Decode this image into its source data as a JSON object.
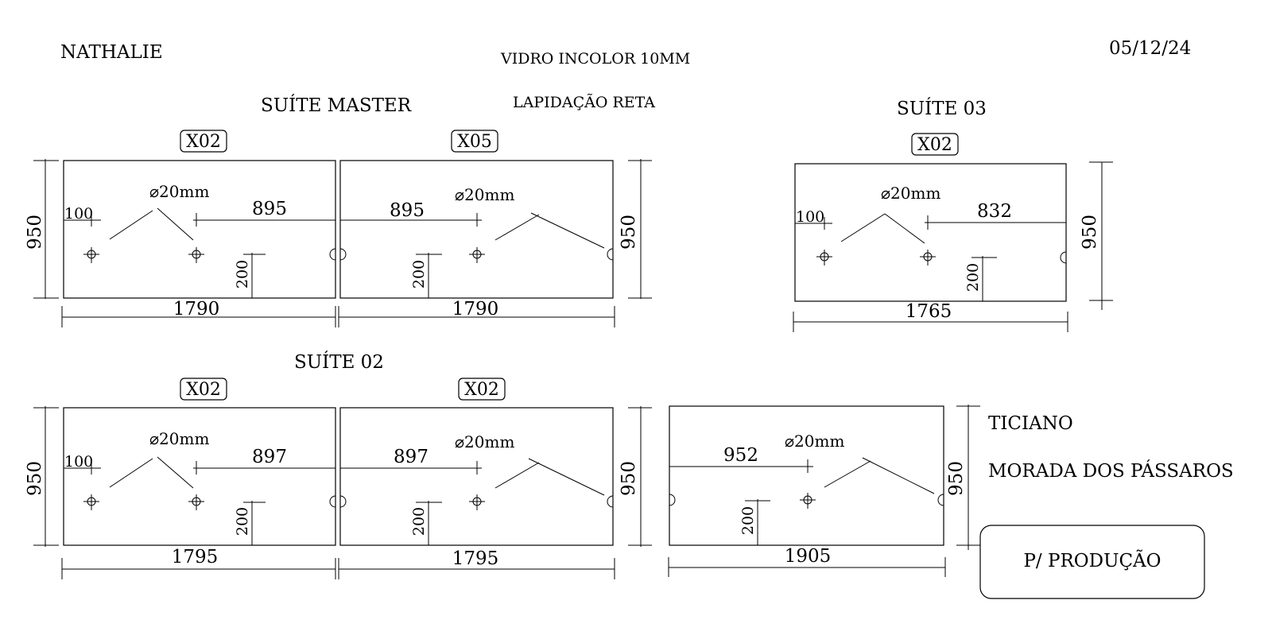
{
  "header": {
    "client": "NATHALIE",
    "material": "VIDRO INCOLOR 10MM",
    "edge_finish": "LAPIDAÇÃO RETA",
    "date": "05/12/24"
  },
  "sections": [
    {
      "title": "SUÍTE MASTER"
    },
    {
      "title": "SUÍTE 03"
    },
    {
      "title": "SUÍTE 02"
    }
  ],
  "panels": [
    {
      "code": "X02",
      "width": "1790",
      "height": "950",
      "offset_edge": "100",
      "spacing": "895",
      "offset_bottom": "200",
      "hole": "⌀20mm"
    },
    {
      "code": "X05",
      "width": "1790",
      "height": "950",
      "spacing": "895",
      "offset_bottom": "200",
      "hole": "⌀20mm"
    },
    {
      "code": "X02",
      "width": "1765",
      "height": "950",
      "offset_edge": "100",
      "spacing": "832",
      "offset_bottom": "200",
      "hole": "⌀20mm"
    },
    {
      "code": "X02",
      "width": "1795",
      "height": "950",
      "offset_edge": "100",
      "spacing": "897",
      "offset_bottom": "200",
      "hole": "⌀20mm"
    },
    {
      "code": "X02",
      "width": "1795",
      "height": "950",
      "spacing": "897",
      "offset_bottom": "200",
      "hole": "⌀20mm"
    },
    {
      "width": "1905",
      "height": "950",
      "spacing": "952",
      "offset_bottom": "200",
      "hole": "⌀20mm"
    }
  ],
  "footer": {
    "architect": "TICIANO",
    "project": "MORADA DOS PÁSSAROS",
    "status": "P/ PRODUÇÃO"
  }
}
